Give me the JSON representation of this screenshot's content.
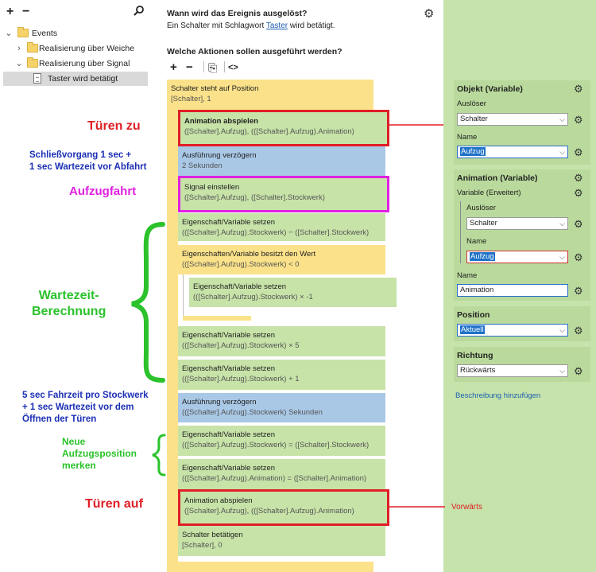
{
  "tree": {
    "toolbar": {
      "add": "+",
      "remove": "−",
      "search": "🔍"
    },
    "items": [
      {
        "label": "Events",
        "level": 0,
        "expanded": true,
        "type": "folder"
      },
      {
        "label": "Realisierung über Weiche",
        "level": 1,
        "expanded": false,
        "type": "folder"
      },
      {
        "label": "Realisierung über Signal",
        "level": 1,
        "expanded": true,
        "type": "folder"
      },
      {
        "label": "Taster wird betätigt",
        "level": 2,
        "type": "event",
        "selected": true
      }
    ]
  },
  "event": {
    "question": "Wann wird das Ereignis ausgelöst?",
    "trigger_prefix": "Ein Schalter mit Schlagwort ",
    "trigger_link": "Taster",
    "trigger_suffix": " wird betätigt.",
    "actions_question": "Welche Aktionen sollen ausgeführt werden?",
    "toolbar": {
      "add": "+",
      "remove": "−",
      "copy": "⎘",
      "code": "<>"
    }
  },
  "actions": [
    {
      "title": "Schalter steht auf Position",
      "param": "[Schalter], 1"
    },
    {
      "title": "Animation abspielen",
      "param": "([Schalter].Aufzug), (([Schalter].Aufzug).Animation)"
    },
    {
      "title": "Ausführung verzögern",
      "param": "2 Sekunden"
    },
    {
      "title": "Signal einstellen",
      "param": "([Schalter].Aufzug), ([Schalter].Stockwerk)"
    },
    {
      "title": "Eigenschaft/Variable setzen",
      "param": "(([Schalter].Aufzug).Stockwerk) − ([Schalter].Stockwerk)"
    },
    {
      "title": "Eigenschaften/Variable besitzt den Wert",
      "param": "(([Schalter].Aufzug).Stockwerk) < 0"
    },
    {
      "title": "Eigenschaft/Variable setzen",
      "param": "(([Schalter].Aufzug).Stockwerk) × -1"
    },
    {
      "title": "Eigenschaft/Variable setzen",
      "param": "(([Schalter].Aufzug).Stockwerk) × 5"
    },
    {
      "title": "Eigenschaft/Variable setzen",
      "param": "(([Schalter].Aufzug).Stockwerk) + 1"
    },
    {
      "title": "Ausführung verzögern",
      "param": "(([Schalter].Aufzug).Stockwerk) Sekunden"
    },
    {
      "title": "Eigenschaft/Variable setzen",
      "param": "(([Schalter].Aufzug).Stockwerk) = ([Schalter].Stockwerk)"
    },
    {
      "title": "Eigenschaft/Variable setzen",
      "param": "(([Schalter].Aufzug).Animation) = ([Schalter].Animation)"
    },
    {
      "title": "Animation abspielen",
      "param": "([Schalter].Aufzug), (([Schalter].Aufzug).Animation)"
    },
    {
      "title": "Schalter betätigen",
      "param": "[Schalter], 0"
    }
  ],
  "properties": {
    "objekt": {
      "title": "Objekt (Variable)",
      "ausloeser_label": "Auslöser",
      "ausloeser_value": "Schalter",
      "name_label": "Name",
      "name_value": "Aufzug"
    },
    "animation": {
      "title": "Animation (Variable)",
      "variable_label": "Variable (Erweitert)",
      "ausloeser_label": "Auslöser",
      "ausloeser_value": "Schalter",
      "inner_name_label": "Name",
      "inner_name_value": "Aufzug",
      "name_label": "Name",
      "name_value": "Animation"
    },
    "position": {
      "title": "Position",
      "value": "Aktuell"
    },
    "richtung": {
      "title": "Richtung",
      "value": "Rückwärts"
    },
    "add_description": "Beschreibung hinzufügen"
  },
  "annotations": {
    "tueren_zu": "Türen zu",
    "schliess_line1": "Schließvorgang 1 sec +",
    "schliess_line2": "1 sec Wartezeit vor Abfahrt",
    "aufzugfahrt": "Aufzugfahrt",
    "wartezeit_line1": "Wartezeit-",
    "wartezeit_line2": "Berechnung",
    "fahrzeit_line1": "5 sec Fahrzeit pro Stockwerk",
    "fahrzeit_line2": "+ 1 sec Wartezeit vor dem",
    "fahrzeit_line3": "Öffnen der Türen",
    "neue_line1": "Neue",
    "neue_line2": "Aufzugsposition",
    "neue_line3": "merken",
    "tueren_auf": "Türen auf",
    "vorwaerts": "Vorwärts"
  },
  "colors": {
    "condition": "#fbe28a",
    "action": "#c7e3a8",
    "delay": "#a9c8e6",
    "properties_bg": "#c5e3ab",
    "highlight_red": "#e01e26",
    "highlight_magenta": "#e020e0",
    "annotation_blue": "#1b2fb5",
    "annotation_green": "#2bc22b"
  }
}
